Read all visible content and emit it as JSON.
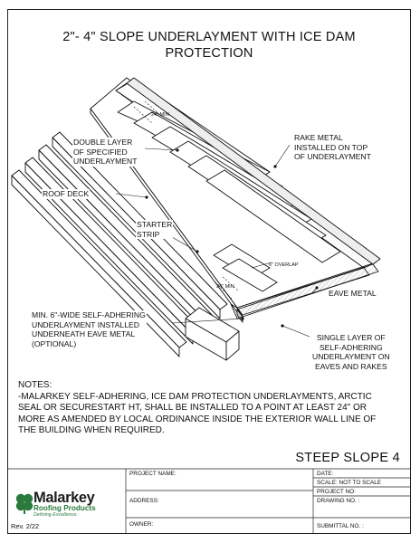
{
  "title": {
    "line1": "2\"- 4\" SLOPE UNDERLAYMENT WITH ICE DAM",
    "line2": "PROTECTION"
  },
  "labels": {
    "min24_top": "24\" MIN",
    "double_layer": [
      "DOUBLE LAYER",
      "OF SPECIFIED",
      "UNDERLAYMENT"
    ],
    "rake_metal": [
      "RAKE METAL",
      "INSTALLED ON TOP",
      "OF UNDERLAYMENT"
    ],
    "roof_deck": "ROOF DECK",
    "starter_strip": [
      "STARTER",
      "STRIP"
    ],
    "overlap": "6\" OVERLAP",
    "min24_bottom": "24\" MIN",
    "eave_metal": "EAVE METAL",
    "self_adhering": [
      "MIN. 6\"-WIDE SELF-ADHERING",
      "UNDERLAYMENT INSTALLED",
      "UNDERNEATH EAVE METAL",
      "(OPTIONAL)"
    ],
    "single_layer": [
      "SINGLE LAYER OF",
      "SELF-ADHERING",
      "UNDERLAYMENT ON",
      "EAVES AND RAKES"
    ]
  },
  "notes": {
    "heading": "NOTES:",
    "lines": [
      "-MALARKEY SELF-ADHERING, ICE DAM PROTECTION UNDERLAYMENTS, ARCTIC",
      "SEAL OR SECURESTART HT, SHALL BE INSTALLED TO A POINT AT LEAST 24\" OR",
      "MORE AS AMENDED BY LOCAL ORDINANCE INSIDE THE EXTERIOR WALL LINE OF",
      "THE BUILDING WHEN REQUIRED."
    ]
  },
  "sheet_title": "STEEP SLOPE 4",
  "title_block": {
    "project_name": "PROJECT NAME:",
    "address": "ADDRESS:",
    "owner": "OWNER:",
    "date": "DATE:",
    "scale": "SCALE:  NOT TO SCALE",
    "project_no": "PROJECT NO:",
    "drawing_no": "DRAWING NO. :",
    "submittal_no": "SUBMITTAL NO. :"
  },
  "logo": {
    "brand": "Malarkey",
    "sub": "Roofing Products",
    "tag": "Defining Excellence."
  },
  "revision": "Rev. 2/22",
  "colors": {
    "logo_green": "#2a7a3c",
    "line": "#111111"
  }
}
